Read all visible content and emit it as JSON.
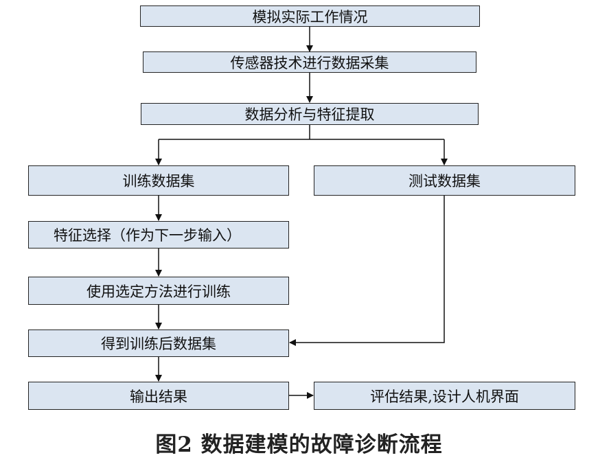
{
  "colors": {
    "box_fill": "#dbe5f1",
    "box_border": "#222222",
    "arrow": "#111111"
  },
  "nodes": {
    "simulate": "模拟实际工作情况",
    "collect": "传感器技术进行数据采集",
    "analyze": "数据分析与特征提取",
    "train_set": "训练数据集",
    "test_set": "测试数据集",
    "feature_select": "特征选择（作为下一步输入）",
    "train_method": "使用选定方法进行训练",
    "trained_set": "得到训练后数据集",
    "output": "输出结果",
    "evaluate": "评估结果,设计人机界面"
  },
  "caption": "图2   数据建模的故障诊断流程"
}
